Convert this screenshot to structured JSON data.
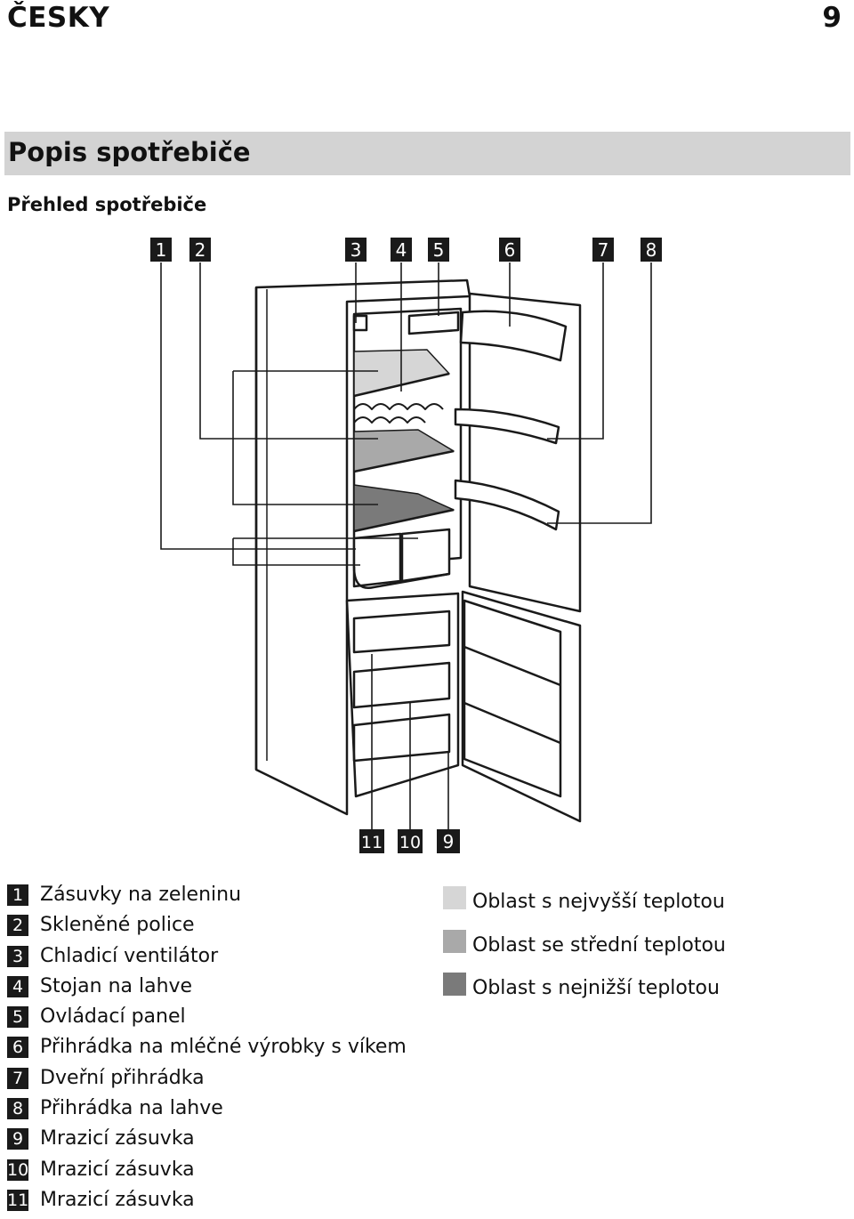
{
  "header": {
    "language": "ČESKY",
    "page_number": "9"
  },
  "section": {
    "title": "Popis spotřebiče",
    "subtitle": "Přehled spotřebiče"
  },
  "diagram": {
    "top_callouts": [
      "1",
      "2",
      "3",
      "4",
      "5",
      "6",
      "7",
      "8"
    ],
    "bottom_callouts": [
      "11",
      "10",
      "9"
    ]
  },
  "legend": [
    {
      "num": "1",
      "label": "Zásuvky na zeleninu"
    },
    {
      "num": "2",
      "label": "Skleněné police"
    },
    {
      "num": "3",
      "label": "Chladicí ventilátor"
    },
    {
      "num": "4",
      "label": "Stojan na lahve"
    },
    {
      "num": "5",
      "label": "Ovládací panel"
    },
    {
      "num": "6",
      "label": "Přihrádka na mléčné výrobky s víkem"
    },
    {
      "num": "7",
      "label": "Dveřní přihrádka"
    },
    {
      "num": "8",
      "label": "Přihrádka na lahve"
    },
    {
      "num": "9",
      "label": "Mrazicí zásuvka"
    },
    {
      "num": "10",
      "label": "Mrazicí zásuvka"
    },
    {
      "num": "11",
      "label": "Mrazicí zásuvka"
    }
  ],
  "zones": [
    {
      "label": "Oblast s nejvyšší teplotou",
      "color": "#d6d6d6"
    },
    {
      "label": "Oblast se střední teplotou",
      "color": "#a9a9a9"
    },
    {
      "label": "Oblast s nejnižší teplotou",
      "color": "#7a7a7a"
    }
  ]
}
